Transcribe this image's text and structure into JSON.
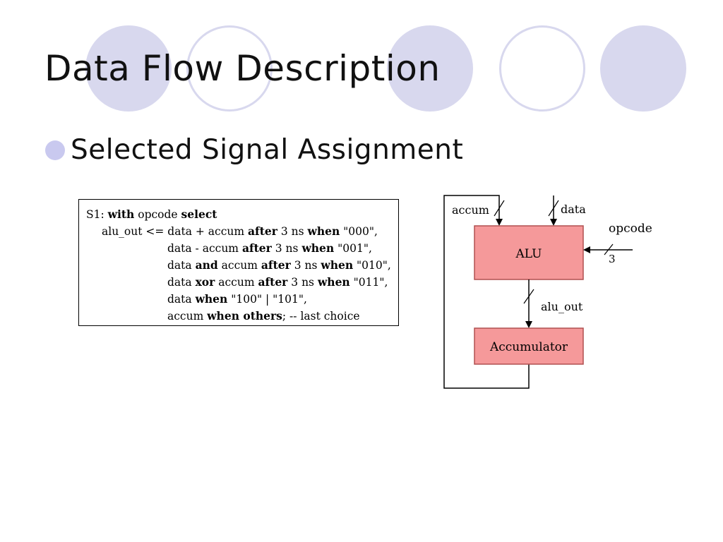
{
  "slide": {
    "title": "Data Flow Description",
    "bullet": "Selected Signal Assignment"
  },
  "code": {
    "line1": {
      "p0": "S1: ",
      "k0": "with",
      "p1": " opcode ",
      "k1": "select"
    },
    "line2": {
      "p0": "alu_out <= data + accum ",
      "k0": "after",
      "p1": " 3 ns ",
      "k1": "when",
      "p2": " \"000\","
    },
    "line3": {
      "p0": "data - accum ",
      "k0": "after",
      "p1": " 3 ns ",
      "k1": "when",
      "p2": " \"001\","
    },
    "line4": {
      "p0": "data ",
      "k0": "and",
      "p1": " accum ",
      "k1": "after",
      "p2": " 3 ns ",
      "k2": "when",
      "p3": " \"010\","
    },
    "line5": {
      "p0": "data ",
      "k0": "xor",
      "p1": " accum ",
      "k1": "after",
      "p2": " 3 ns ",
      "k2": "when",
      "p3": " \"011\","
    },
    "line6": {
      "p0": "data ",
      "k0": "when",
      "p1": " \"100\" | \"101\","
    },
    "line7": {
      "p0": "accum ",
      "k0": "when others",
      "p1": "; -- last choice"
    }
  },
  "diagram": {
    "alu_label": "ALU",
    "accumulator_label": "Accumulator",
    "accum_label": "accum",
    "data_label": "data",
    "opcode_label": "opcode",
    "opcode_width": "3",
    "alu_out_label": "alu_out",
    "box_fill": "#f5999a",
    "box_stroke": "#b05050"
  },
  "decoration": {
    "circle_color": "#d8d8ee"
  }
}
